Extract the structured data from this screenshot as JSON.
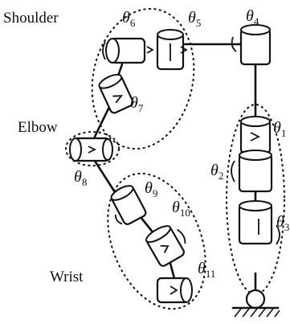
{
  "labels": {
    "shoulder": "Shoulder",
    "elbow": "Elbow",
    "wrist": "Wrist"
  },
  "joints": [
    {
      "symbol": "θ",
      "index": "1"
    },
    {
      "symbol": "θ",
      "index": "2"
    },
    {
      "symbol": "θ",
      "index": "3"
    },
    {
      "symbol": "θ",
      "index": "4"
    },
    {
      "symbol": "θ",
      "index": "5"
    },
    {
      "symbol": "θ",
      "index": "6"
    },
    {
      "symbol": "θ",
      "index": "7"
    },
    {
      "symbol": "θ",
      "index": "8"
    },
    {
      "symbol": "θ",
      "index": "9"
    },
    {
      "symbol": "θ",
      "index": "10"
    },
    {
      "symbol": "θ",
      "index": "11"
    }
  ]
}
